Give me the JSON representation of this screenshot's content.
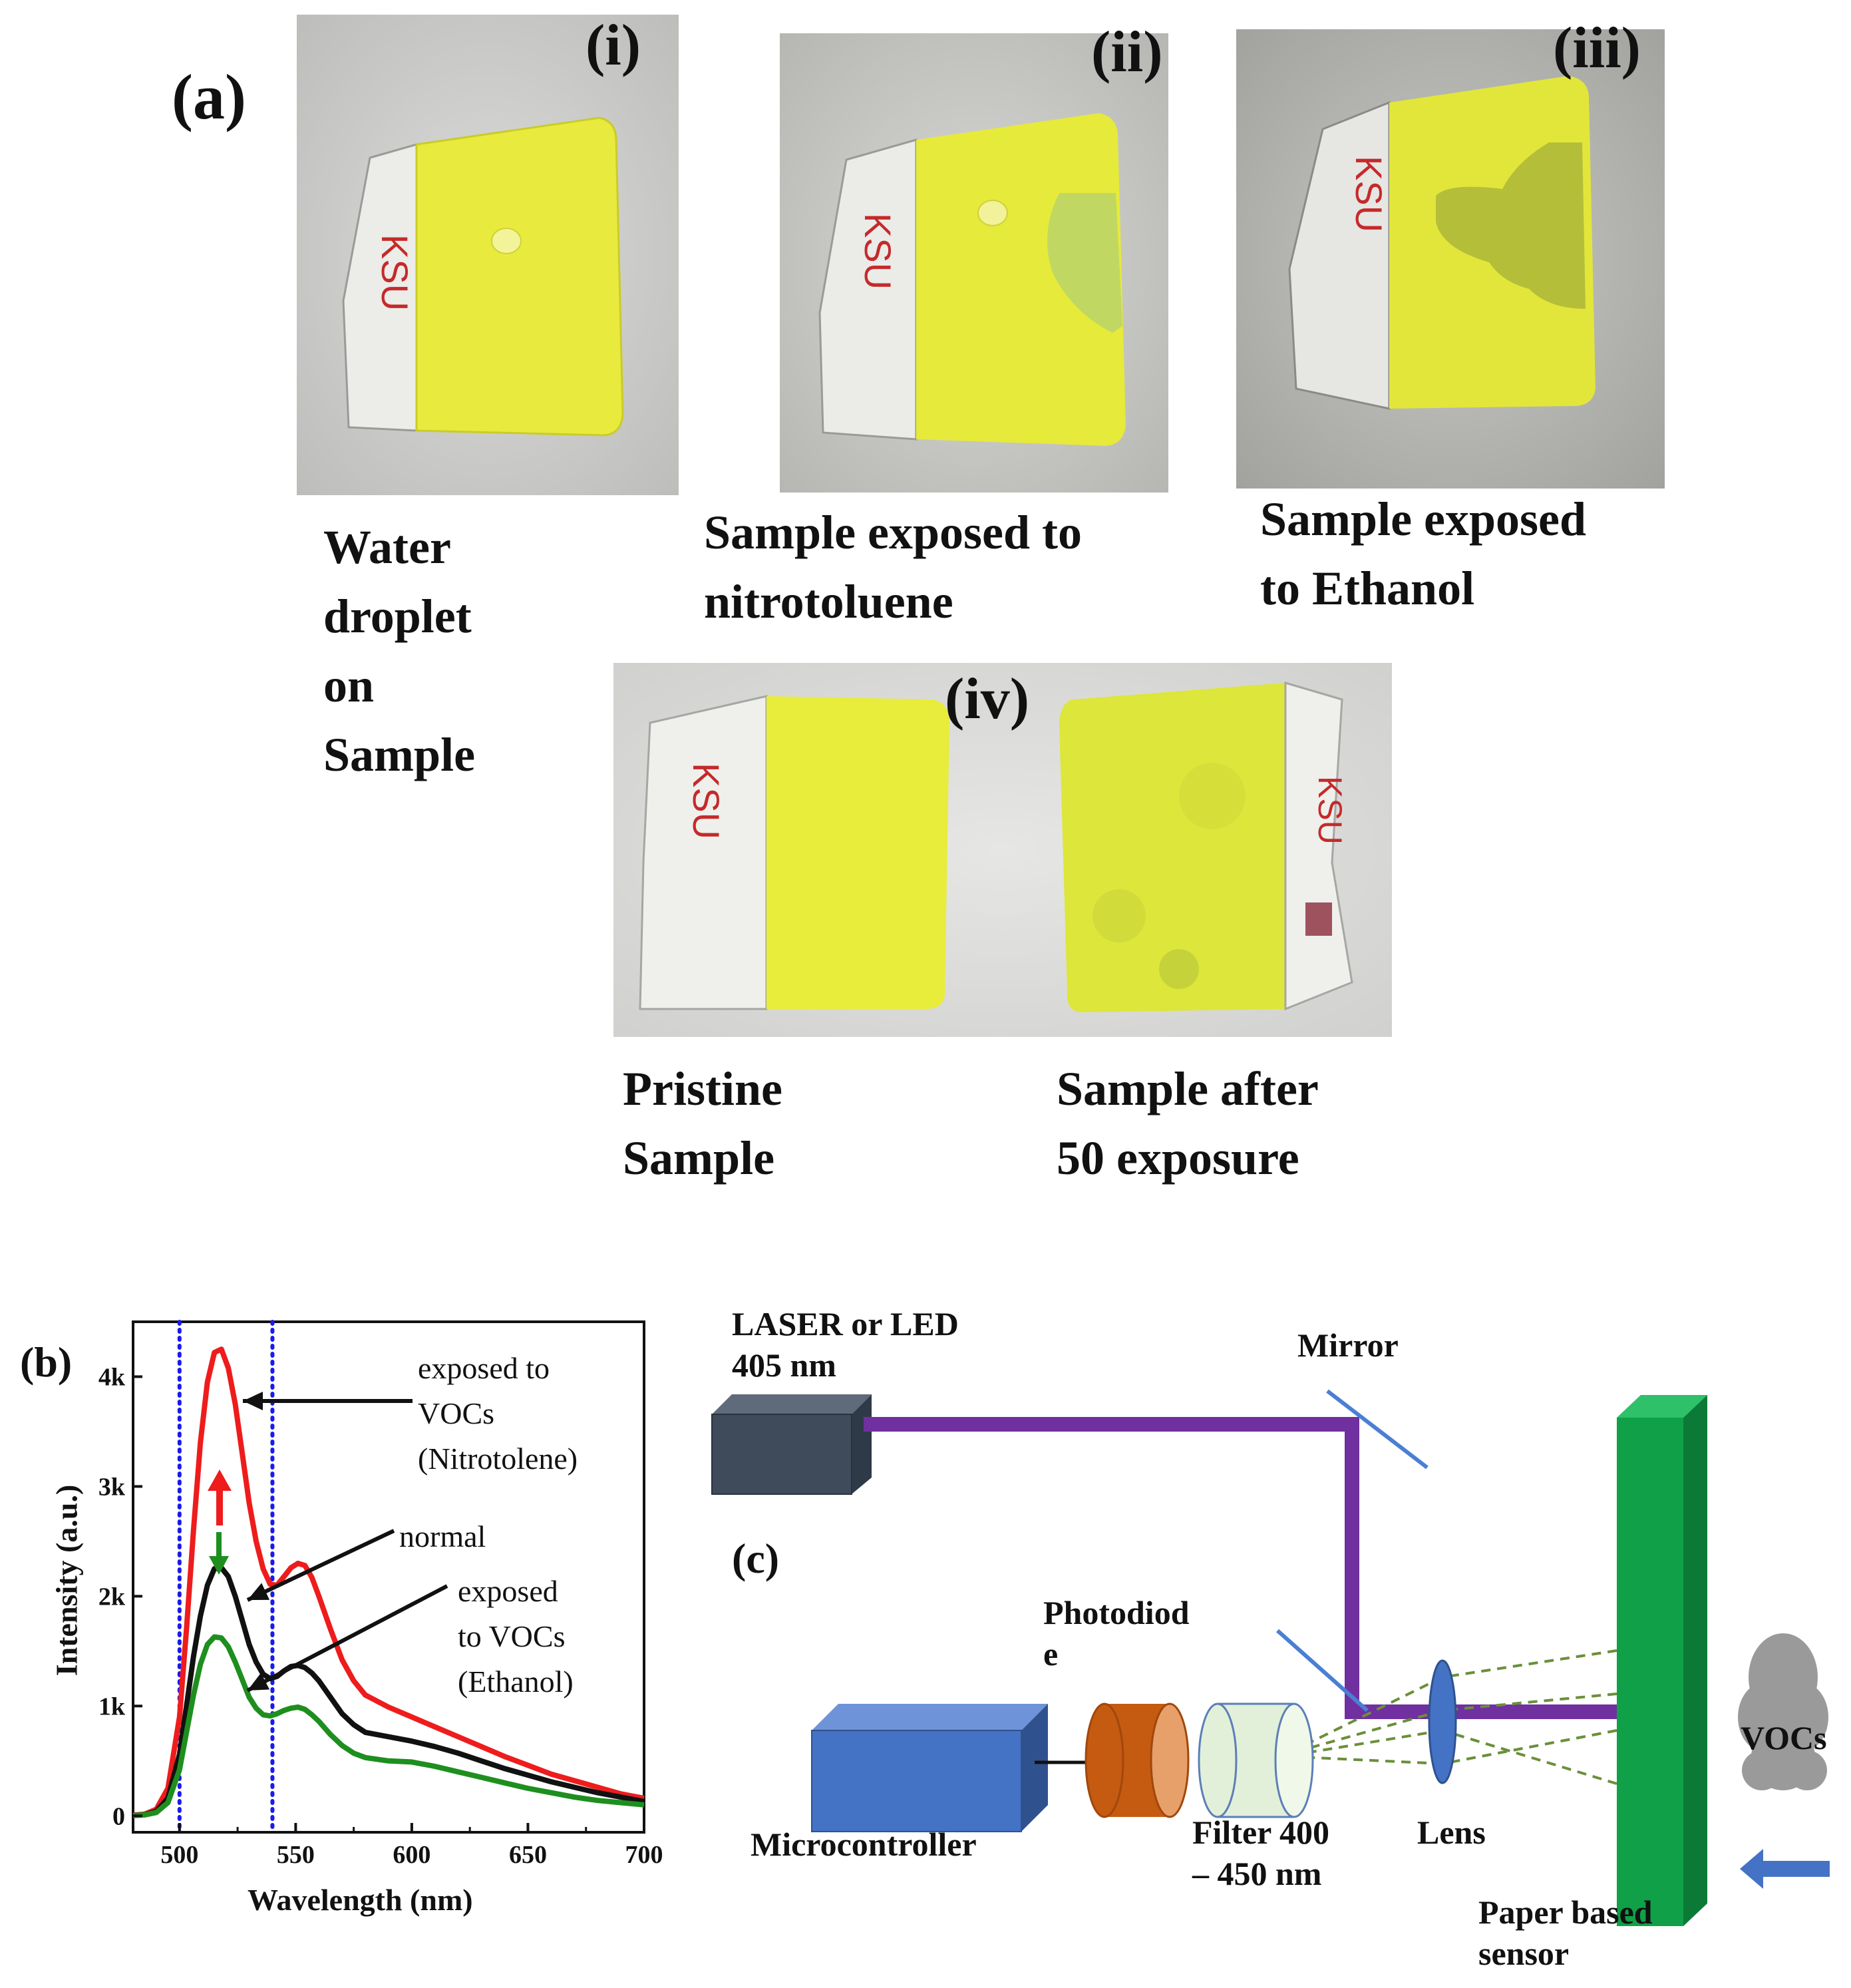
{
  "panel_a": {
    "label": "(a)",
    "photos": [
      {
        "tag": "(i)",
        "caption": "Water\ndroplet\non\nSample",
        "sample_text": "KSU"
      },
      {
        "tag": "(ii)",
        "caption": "Sample exposed to\nnitrotoluene",
        "sample_text": "KSU"
      },
      {
        "tag": "(iii)",
        "caption": "Sample exposed\nto Ethanol",
        "sample_text": "KSU"
      },
      {
        "tag": "(iv)",
        "caption_left": "Pristine\nSample",
        "caption_right": "Sample after\n50 exposure",
        "sample_text": "KSU"
      }
    ]
  },
  "panel_b": {
    "label": "(b)",
    "chart_data": {
      "type": "line",
      "xlabel": "Wavelength (nm)",
      "ylabel": "Intensity (a.u.)",
      "xlim": [
        480,
        700
      ],
      "ylim": [
        -150,
        4500
      ],
      "xticks": [
        500,
        550,
        600,
        650,
        700
      ],
      "yticks": [
        0,
        1000,
        2000,
        3000,
        4000
      ],
      "ytick_labels": [
        "0",
        "1k",
        "2k",
        "3k",
        "4k"
      ],
      "vlines": [
        500,
        540
      ],
      "series": [
        {
          "color": "#ee1c1c",
          "x": [
            480,
            485,
            490,
            495,
            500,
            503,
            506,
            509,
            512,
            515,
            518,
            521,
            524,
            527,
            530,
            533,
            536,
            539,
            542,
            545,
            548,
            551,
            554,
            557,
            560,
            565,
            570,
            575,
            580,
            590,
            600,
            610,
            620,
            630,
            640,
            650,
            660,
            670,
            680,
            690,
            700
          ],
          "y": [
            5,
            15,
            60,
            250,
            900,
            1700,
            2600,
            3400,
            3950,
            4220,
            4250,
            4080,
            3750,
            3300,
            2850,
            2500,
            2250,
            2110,
            2100,
            2180,
            2260,
            2300,
            2280,
            2170,
            2000,
            1700,
            1420,
            1230,
            1100,
            990,
            900,
            810,
            720,
            630,
            540,
            460,
            380,
            320,
            260,
            200,
            160
          ]
        },
        {
          "color": "#111111",
          "x": [
            480,
            485,
            490,
            495,
            500,
            503,
            506,
            509,
            512,
            515,
            518,
            521,
            524,
            527,
            530,
            533,
            536,
            539,
            542,
            545,
            548,
            551,
            554,
            557,
            560,
            565,
            570,
            575,
            580,
            590,
            600,
            610,
            620,
            630,
            640,
            650,
            660,
            670,
            680,
            690,
            700
          ],
          "y": [
            3,
            10,
            40,
            160,
            560,
            1000,
            1450,
            1820,
            2100,
            2250,
            2260,
            2180,
            2000,
            1780,
            1560,
            1400,
            1290,
            1250,
            1270,
            1320,
            1360,
            1370,
            1350,
            1300,
            1230,
            1080,
            930,
            830,
            760,
            720,
            680,
            630,
            570,
            500,
            430,
            370,
            310,
            260,
            210,
            170,
            130
          ]
        },
        {
          "color": "#1e8f1e",
          "x": [
            480,
            485,
            490,
            495,
            500,
            503,
            506,
            509,
            512,
            515,
            518,
            521,
            524,
            527,
            530,
            533,
            536,
            539,
            542,
            545,
            548,
            551,
            554,
            557,
            560,
            565,
            570,
            575,
            580,
            590,
            600,
            610,
            620,
            630,
            640,
            650,
            660,
            670,
            680,
            690,
            700
          ],
          "y": [
            2,
            8,
            30,
            120,
            420,
            760,
            1100,
            1380,
            1560,
            1630,
            1620,
            1540,
            1400,
            1240,
            1080,
            980,
            920,
            910,
            930,
            960,
            980,
            990,
            970,
            920,
            860,
            740,
            640,
            570,
            530,
            500,
            490,
            450,
            400,
            350,
            300,
            250,
            210,
            170,
            140,
            120,
            100
          ]
        }
      ],
      "annotations": [
        "exposed to\nVOCs\n(Nitrotolene)",
        "normal",
        "exposed\nto VOCs\n(Ethanol)"
      ]
    }
  },
  "panel_c": {
    "label": "(c)",
    "source_label": "LASER or LED\n405 nm",
    "mirror_label": "Mirror",
    "photodiode_label": "Photodiod\ne",
    "filter_label": "Filter 400\n– 450 nm",
    "lens_label": "Lens",
    "microcontroller_label": "Microcontroller",
    "sensor_label": "Paper based\nsensor",
    "vocs_label": "VOCs"
  },
  "colors": {
    "laser_beam": "#7030a0",
    "sensor": "#0fa048",
    "microcontroller": "#4472c4",
    "photodiode": "#c55a11",
    "filter": "#e2f0d9",
    "mirror": "#4a7fd4",
    "paper_yellow": "#e6ea3a",
    "marker_red": "#c42a2a"
  }
}
